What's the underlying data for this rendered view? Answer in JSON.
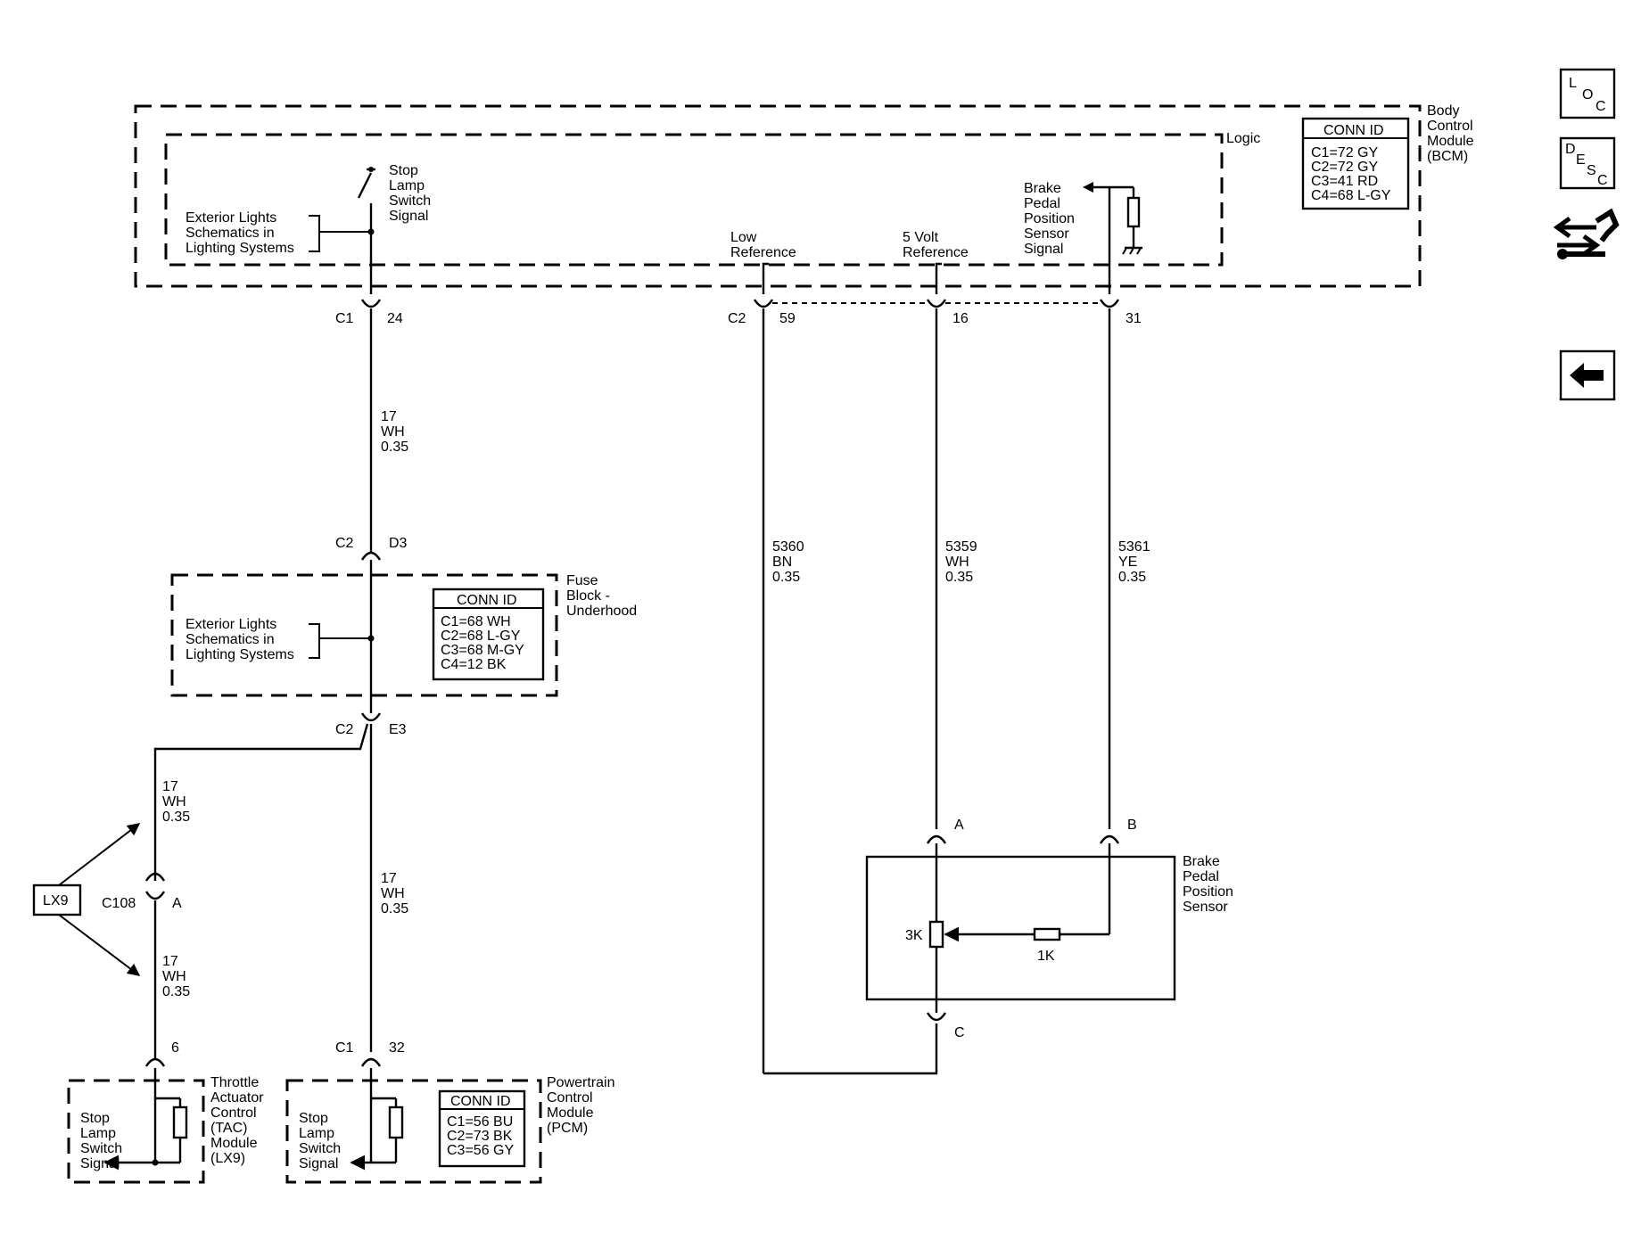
{
  "nav": {
    "loc": {
      "l": "L",
      "o": "O",
      "c": "C"
    },
    "desc": {
      "d": "D",
      "e": "E",
      "s": "S",
      "c": "C"
    },
    "swap_icon": "arrows-wrench-icon",
    "back_icon": "arrow-left-icon"
  },
  "bcm": {
    "name": [
      "Body",
      "Control",
      "Module",
      "(BCM)"
    ],
    "logic": "Logic",
    "conn_title": "CONN ID",
    "conn": [
      "C1=72 GY",
      "C2=72 GY",
      "C3=41 RD",
      "C4=68 L-GY"
    ],
    "ext_lights": [
      "Exterior Lights",
      "Schematics in",
      "Lighting Systems"
    ],
    "stop_lamp": [
      "Stop",
      "Lamp",
      "Switch",
      "Signal"
    ],
    "low_ref": [
      "Low",
      "Reference"
    ],
    "five_volt": [
      "5 Volt",
      "Reference"
    ],
    "bpp_signal": [
      "Brake",
      "Pedal",
      "Position",
      "Sensor",
      "Signal"
    ]
  },
  "pins": {
    "c1": "C1",
    "p24": "24",
    "c2a": "C2",
    "p59": "59",
    "p16": "16",
    "p31": "31",
    "c2b": "C2",
    "d3": "D3",
    "c2c": "C2",
    "e3": "E3",
    "c108": "C108",
    "a108": "A",
    "p6": "6",
    "c1b": "C1",
    "p32": "32",
    "sa": "A",
    "sb": "B",
    "sc": "C"
  },
  "wires": {
    "w17a": [
      "17",
      "WH",
      "0.35"
    ],
    "w17b": [
      "17",
      "WH",
      "0.35"
    ],
    "w17c": [
      "17",
      "WH",
      "0.35"
    ],
    "w17d": [
      "17",
      "WH",
      "0.35"
    ],
    "w5360": [
      "5360",
      "BN",
      "0.35"
    ],
    "w5359": [
      "5359",
      "WH",
      "0.35"
    ],
    "w5361": [
      "5361",
      "YE",
      "0.35"
    ]
  },
  "fuse": {
    "name": [
      "Fuse",
      "Block -",
      "Underhood"
    ],
    "conn_title": "CONN ID",
    "conn": [
      "C1=68 WH",
      "C2=68 L-GY",
      "C3=68 M-GY",
      "C4=12 BK"
    ],
    "ext_lights": [
      "Exterior Lights",
      "Schematics in",
      "Lighting Systems"
    ]
  },
  "lx9": "LX9",
  "tac": {
    "name": [
      "Throttle",
      "Actuator",
      "Control",
      "(TAC)",
      "Module",
      "(LX9)"
    ],
    "stop_lamp": [
      "Stop",
      "Lamp",
      "Switch",
      "Signal"
    ]
  },
  "pcm": {
    "name": [
      "Powertrain",
      "Control",
      "Module",
      "(PCM)"
    ],
    "conn_title": "CONN ID",
    "conn": [
      "C1=56 BU",
      "C2=73 BK",
      "C3=56 GY"
    ],
    "stop_lamp": [
      "Stop",
      "Lamp",
      "Switch",
      "Signal"
    ]
  },
  "sensor": {
    "name": [
      "Brake",
      "Pedal",
      "Position",
      "Sensor"
    ],
    "r3k": "3K",
    "r1k": "1K"
  }
}
